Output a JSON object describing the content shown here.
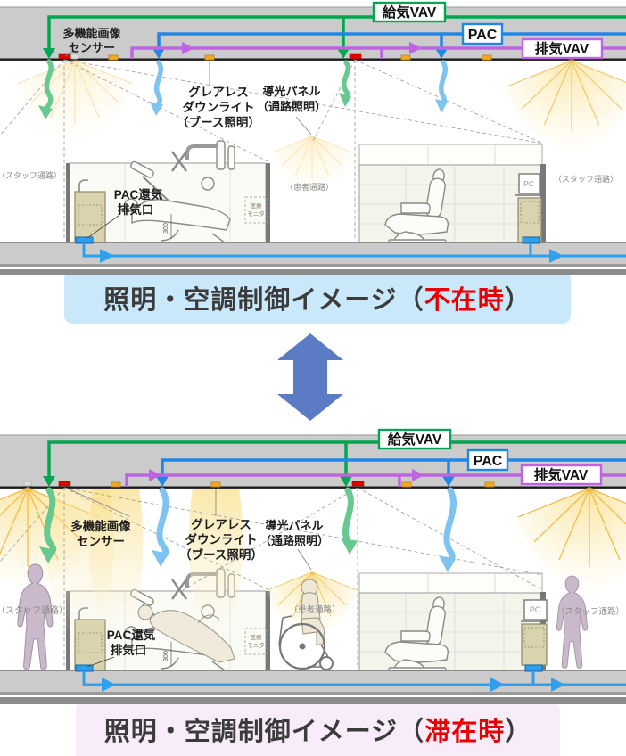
{
  "captions": {
    "top": {
      "prefix": "照明・空調制御イメージ（",
      "highlight": "不在時",
      "suffix": "）"
    },
    "bottom": {
      "prefix": "照明・空調制御イメージ（",
      "highlight": "滞在時",
      "suffix": "）"
    }
  },
  "labels": {
    "supply_vav": "給気VAV",
    "pac": "PAC",
    "exhaust_vav": "排気VAV",
    "sensor_l1": "多機能画像",
    "sensor_l2": "センサー",
    "downlight_l1": "グレアレス",
    "downlight_l2": "ダウンライト",
    "downlight_l3": "（ブース照明）",
    "panel_l1": "導光パネル",
    "panel_l2": "（通路照明）",
    "pac_return_l1": "PAC還気",
    "pac_return_l2": "排気口",
    "staff_corridor": "（スタッフ通路）",
    "patient_corridor": "（患者通路）",
    "monitor_l1": "医療",
    "monitor_l2": "モニタ",
    "pc": "PC",
    "dim300": "300"
  },
  "colors": {
    "supply_green": "#00A650",
    "pac_blue": "#1E88E8",
    "exhaust_purple": "#BE64E3",
    "airflow_blue": "#7FC3F0",
    "airflow_green": "#66C98F",
    "light_yellow": "#F2BC4A",
    "sensor_red": "#E00000",
    "downlight_orange": "#F5A71F",
    "floor_pipe_blue": "#2FA0EE",
    "banner_top_bg": "#C9E9FB",
    "banner_bottom_bg": "#F8ECFA",
    "highlight_red": "#E90000",
    "mid_arrow_blue": "#5B7BC4"
  }
}
